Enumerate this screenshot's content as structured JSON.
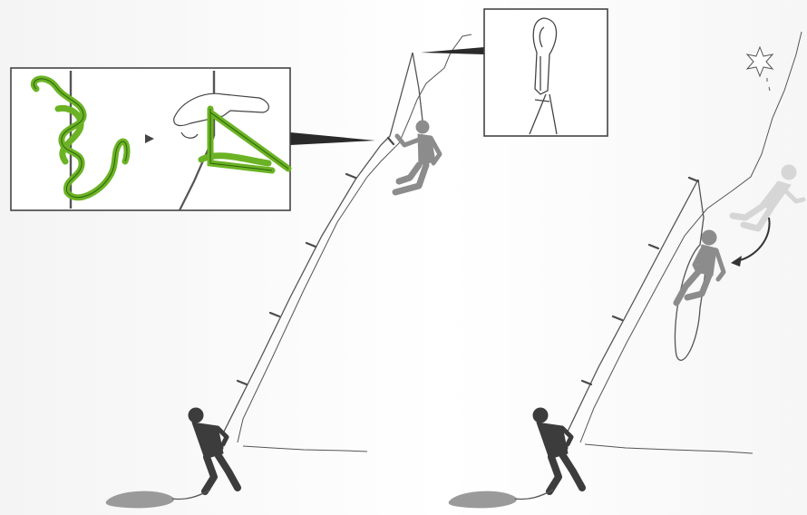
{
  "diagram": {
    "panels": [
      {
        "id": "ascent",
        "description_name": "climber-on-wall-with-belayer"
      },
      {
        "id": "fall",
        "description_name": "climber-falling-caught-by-belayer"
      }
    ],
    "insets": [
      {
        "id": "knot-tying",
        "icon": "figure-eight-knot-icon"
      },
      {
        "id": "carabiner-detail",
        "icon": "carabiner-icon"
      }
    ],
    "colors": {
      "knot": "#6bb324",
      "figure_dark": "#3c3c3c",
      "figure_mid": "#8c8c8c",
      "figure_ghost": "#d6d6d6",
      "lines": "#555555"
    }
  }
}
